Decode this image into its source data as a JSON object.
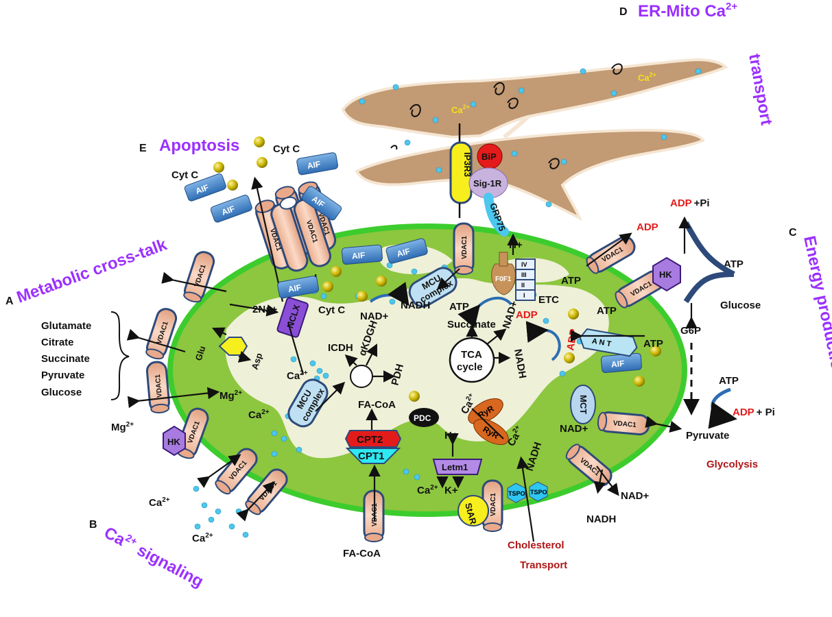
{
  "sections": {
    "apoptosis": {
      "letter": "E",
      "title": "Apoptosis"
    },
    "er_mito": {
      "letter": "D",
      "title": "ER-Mito Ca",
      "superscript": "2+",
      "tail": " transport"
    },
    "metabolic": {
      "letter": "A",
      "title": "Metabolic cross-talk"
    },
    "energy": {
      "letter": "C",
      "title": "Energy production"
    },
    "ca_signaling": {
      "letter": "B",
      "title": "Ca",
      "superscript": "2+",
      "tail": " signaling"
    }
  },
  "metabolites": [
    "Glutamate",
    "Citrate",
    "Succinate",
    "Pyruvate",
    "Glucose"
  ],
  "labels": {
    "cyt_c": "Cyt C",
    "aif": "AIF",
    "vdac1": "VDAC1",
    "ip3r3": "IP3R3",
    "bip": "BiP",
    "sig1r": "Sig-1R",
    "grp75": "GRP75",
    "ca": "Ca",
    "ca_sup": "2+",
    "h_plus": "H+",
    "f0f1": "F0F1",
    "etc": "ETC",
    "etc_bars": [
      "IV",
      "III",
      "II",
      "I"
    ],
    "mcu": "MCU",
    "complex": "complex",
    "nad_plus": "NAD+",
    "nadh": "NADH",
    "akdgh": "αKDGH",
    "icdh": "ICDH",
    "pdh": "PDH",
    "fa_coa": "FA-CoA",
    "pdc": "PDC",
    "cpt2": "CPT2",
    "cpt1": "CPT1",
    "letm1": "Letm1",
    "k_plus": "K+",
    "ryr": "RyR",
    "atp": "ATP",
    "adp": "ADP",
    "pi": "+Pi",
    "pi2": "+ Pi",
    "succinate": "Succinate",
    "tca1": "TCA",
    "tca2": "cycle",
    "ant": "A N T",
    "hk": "HK",
    "mct": "MCT",
    "glucose": "Glucose",
    "g6p": "G6P",
    "pyruvate": "Pyruvate",
    "glycolysis": "Glycolysis",
    "tspo": "TSPO",
    "star": "StAR",
    "cholesterol1": "Cholesterol",
    "cholesterol2": "Transport",
    "glu": "Glu",
    "asp": "Asp",
    "mg": "Mg",
    "two_na": "2Na+",
    "nclx": "NCLX"
  },
  "colors": {
    "matrix": "#8dc63f",
    "membrane": "#3dcc2e",
    "cristae": "#eef0d8",
    "er": "#c29a73",
    "vdac": "#f4c7ad",
    "section": "#9b30ff",
    "ca_ion": "#4cc7ee",
    "cyt_c": "#c8b400",
    "red": "#e41b1b"
  }
}
